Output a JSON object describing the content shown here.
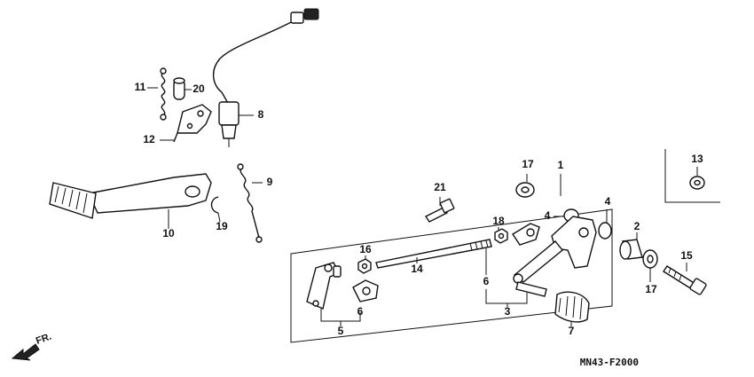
{
  "diagram": {
    "code": "MN43-F2000",
    "direction_label": "FR.",
    "callouts": [
      {
        "id": "c11",
        "text": "11"
      },
      {
        "id": "c20",
        "text": "20"
      },
      {
        "id": "c12",
        "text": "12"
      },
      {
        "id": "c8",
        "text": "8"
      },
      {
        "id": "c9",
        "text": "9"
      },
      {
        "id": "c10",
        "text": "10"
      },
      {
        "id": "c19",
        "text": "19"
      },
      {
        "id": "c21",
        "text": "21"
      },
      {
        "id": "c17a",
        "text": "17"
      },
      {
        "id": "c1",
        "text": "1"
      },
      {
        "id": "c4a",
        "text": "4"
      },
      {
        "id": "c4b",
        "text": "4"
      },
      {
        "id": "c18",
        "text": "18"
      },
      {
        "id": "c16",
        "text": "16"
      },
      {
        "id": "c14",
        "text": "14"
      },
      {
        "id": "c6a",
        "text": "6"
      },
      {
        "id": "c3",
        "text": "3"
      },
      {
        "id": "c6b",
        "text": "6"
      },
      {
        "id": "c5",
        "text": "5"
      },
      {
        "id": "c7",
        "text": "7"
      },
      {
        "id": "c2",
        "text": "2"
      },
      {
        "id": "c17b",
        "text": "17"
      },
      {
        "id": "c15",
        "text": "15"
      },
      {
        "id": "c13",
        "text": "13"
      }
    ]
  }
}
